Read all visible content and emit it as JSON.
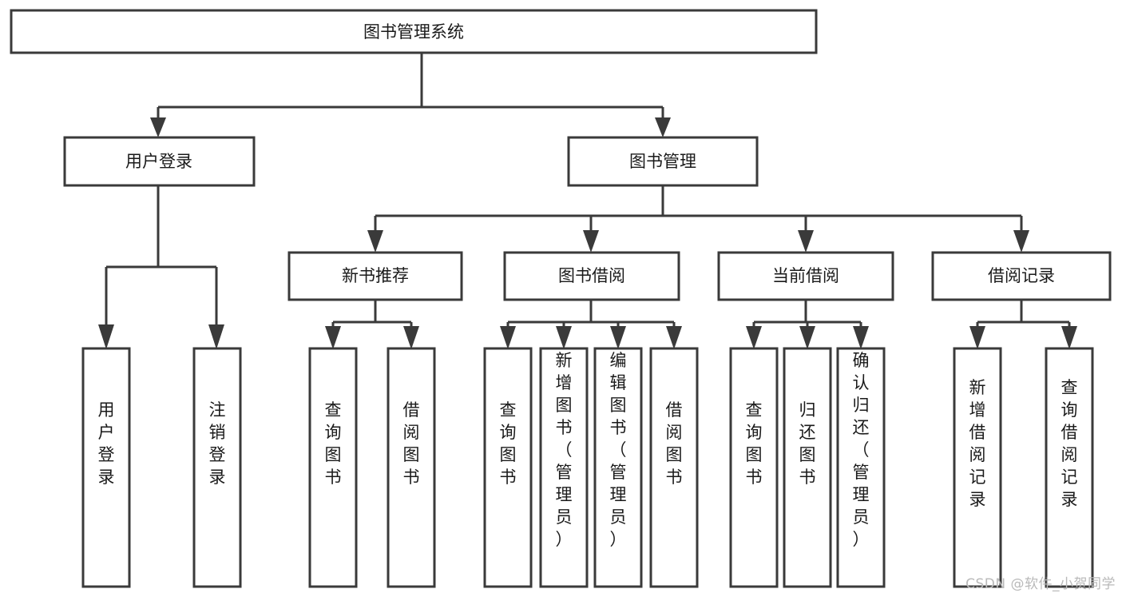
{
  "diagram": {
    "type": "tree",
    "title": "图书管理系统",
    "background_color": "#ffffff",
    "line_color": "#3a3a3a",
    "text_color": "#1a1a1a",
    "watermark": "CSDN @软件_小贺同学",
    "nodes": {
      "root": {
        "label": "图书管理系统"
      },
      "level2": [
        {
          "label": "用户登录"
        },
        {
          "label": "图书管理"
        }
      ],
      "level3": [
        {
          "label": "新书推荐"
        },
        {
          "label": "图书借阅"
        },
        {
          "label": "当前借阅"
        },
        {
          "label": "借阅记录"
        }
      ],
      "leaves_user_login": [
        {
          "label": "用户登录"
        },
        {
          "label": "注销登录"
        }
      ],
      "leaves_new_book": [
        {
          "label": "查询图书"
        },
        {
          "label": "借阅图书"
        }
      ],
      "leaves_borrow": [
        {
          "label": "查询图书"
        },
        {
          "label": "新增图书（管理员）"
        },
        {
          "label": "编辑图书（管理员）"
        },
        {
          "label": "借阅图书"
        }
      ],
      "leaves_current": [
        {
          "label": "查询图书"
        },
        {
          "label": "归还图书"
        },
        {
          "label": "确认归还（管理员）"
        }
      ],
      "leaves_records": [
        {
          "label": "新增借阅记录"
        },
        {
          "label": "查询借阅记录"
        }
      ]
    }
  }
}
